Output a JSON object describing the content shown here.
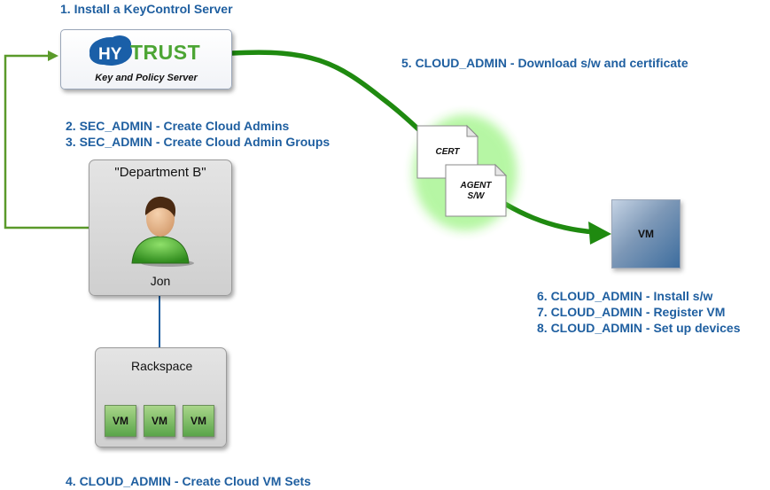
{
  "steps": {
    "s1": "1. Install a KeyControl Server",
    "s2": "2. SEC_ADMIN - Create Cloud Admins",
    "s3": "3. SEC_ADMIN - Create Cloud Admin Groups",
    "s4": "4. CLOUD_ADMIN - Create Cloud VM Sets",
    "s5": "5. CLOUD_ADMIN - Download s/w and certificate",
    "s6": "6. CLOUD_ADMIN - Install s/w",
    "s7": "7. CLOUD_ADMIN - Register VM",
    "s8": "8. CLOUD_ADMIN - Set up devices"
  },
  "server": {
    "logo_left": "HY",
    "logo_right": "TRUST",
    "subtitle": "Key and Policy Server"
  },
  "department": {
    "title": "\"Department B\"",
    "person": "Jon",
    "icon": "user-icon"
  },
  "rackspace": {
    "title": "Rackspace",
    "vms": [
      "VM",
      "VM",
      "VM"
    ]
  },
  "documents": {
    "cert": "CERT",
    "agent_line1": "AGENT",
    "agent_line2": "S/W"
  },
  "vm": {
    "label": "VM"
  },
  "colors": {
    "step_text": "#1f5fa0",
    "arrow_green": "#2a9a1a",
    "feedback_line": "#5a9a2a",
    "connector": "#1f5fa0",
    "logo_blue": "#1a5fa8",
    "logo_green": "#4ca534"
  }
}
